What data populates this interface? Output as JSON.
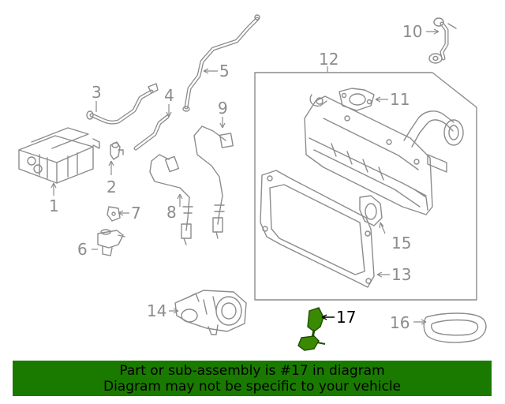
{
  "diagram": {
    "callouts": [
      {
        "id": "c1",
        "label": "1"
      },
      {
        "id": "c2",
        "label": "2"
      },
      {
        "id": "c3",
        "label": "3"
      },
      {
        "id": "c4",
        "label": "4"
      },
      {
        "id": "c5",
        "label": "5"
      },
      {
        "id": "c6",
        "label": "6"
      },
      {
        "id": "c7",
        "label": "7"
      },
      {
        "id": "c8",
        "label": "8"
      },
      {
        "id": "c9",
        "label": "9"
      },
      {
        "id": "c10",
        "label": "10"
      },
      {
        "id": "c11",
        "label": "11"
      },
      {
        "id": "c12",
        "label": "12"
      },
      {
        "id": "c13",
        "label": "13"
      },
      {
        "id": "c14",
        "label": "14"
      },
      {
        "id": "c15",
        "label": "15"
      },
      {
        "id": "c16",
        "label": "16"
      },
      {
        "id": "c17",
        "label": "17"
      }
    ],
    "highlight_part": "17",
    "highlight_color": "#3a8a00"
  },
  "banner": {
    "line1": "Part or sub-assembly is #17 in diagram",
    "line2": "Diagram may not be specific to your vehicle",
    "background": "#1a7a00"
  }
}
